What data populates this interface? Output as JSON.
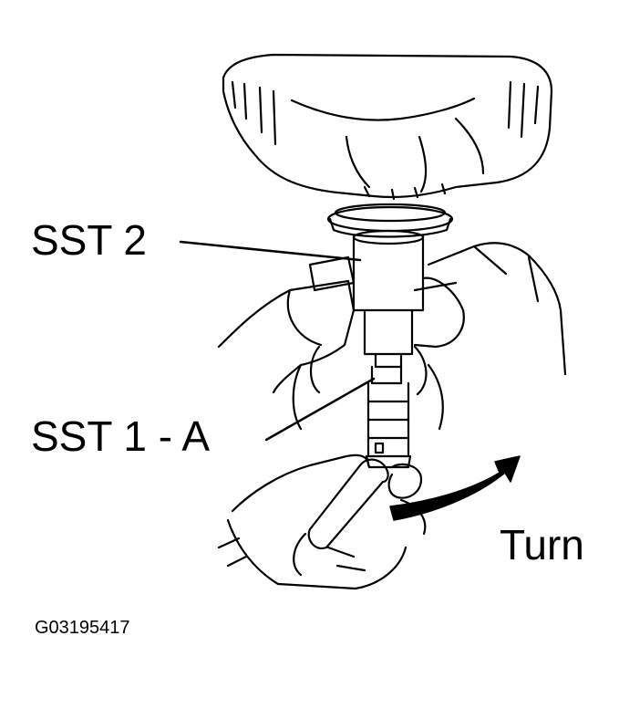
{
  "labels": {
    "sst2": "SST 2",
    "sst1a": "SST 1 - A",
    "turn": "Turn",
    "figure_code": "G03195417"
  },
  "icons": {
    "turn_arrow": "curved-arrow-icon"
  },
  "colors": {
    "line": "#000000",
    "background": "#ffffff"
  }
}
